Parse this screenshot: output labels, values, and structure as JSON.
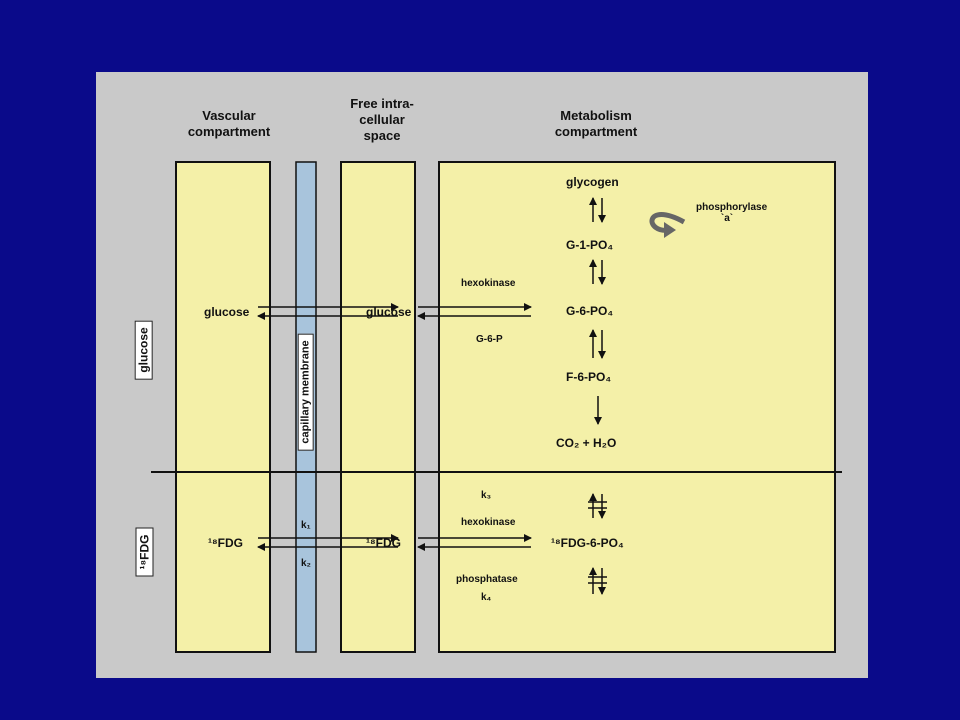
{
  "columns": {
    "vascular": "Vascular compartment",
    "free": "Free intra-cellular space",
    "metabolism": "Metabolism compartment"
  },
  "membrane": "capillary membrane",
  "row_labels": {
    "glucose": "glucose",
    "fdg": "¹⁸FDG"
  },
  "upper": {
    "glucose_vascular": "glucose",
    "glucose_free": "glucose",
    "g6p_mid": "G-6-P",
    "hexokinase": "hexokinase",
    "glycogen": "glycogen",
    "phosphorylase": "phosphorylase `a`",
    "g1p": "G-1-PO₄",
    "g6p": "G-6-PO₄",
    "f6p": "F-6-PO₄",
    "co2": "CO₂ + H₂O"
  },
  "lower": {
    "fdg_vascular": "¹⁸FDG",
    "fdg_free": "¹⁸FDG",
    "fdg6p": "¹⁸FDG-6-PO₄",
    "hexokinase": "hexokinase",
    "phosphatase": "phosphatase",
    "k1": "k₁",
    "k2": "k₂",
    "k3": "k₃",
    "k4": "k₄"
  },
  "colors": {
    "background": "#0a0a8a",
    "yellow_box": "#f4f0a8",
    "membrane": "#a8c4dc",
    "scan": "#c9c9c9"
  }
}
